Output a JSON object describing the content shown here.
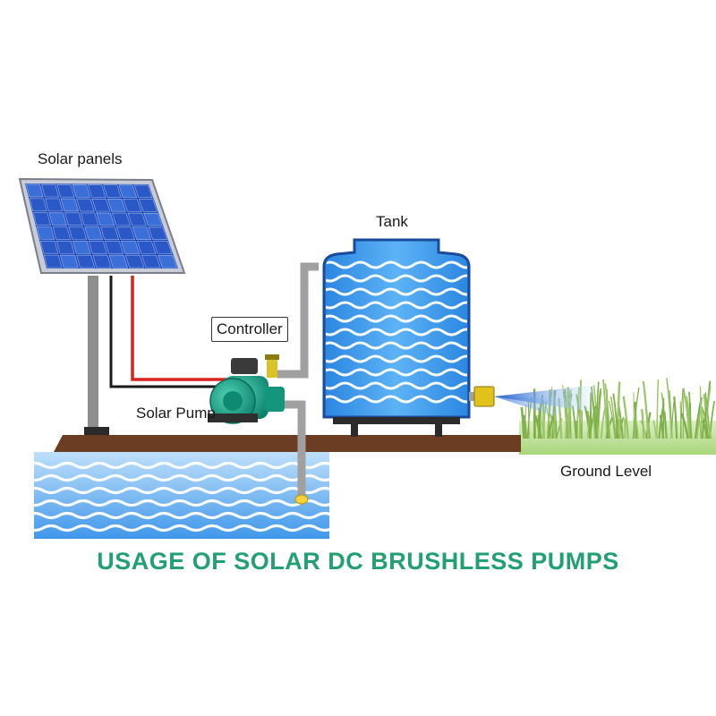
{
  "labels": {
    "solar_panels": "Solar panels",
    "tank": "Tank",
    "controller": "Controller",
    "solar_pump": "Solar Pump",
    "ground_level": "Ground Level"
  },
  "title": "USAGE OF SOLAR  DC BRUSHLESS PUMPS",
  "colors": {
    "title": "#22a074",
    "water": "#2f8fe8",
    "water_light": "#5fb0f5",
    "ground": "#6b3d22",
    "panel": "#1f49b8",
    "pump": "#1aa38a",
    "pipe": "#9a9a9a",
    "wire_red": "#d8231f",
    "wire_black": "#1a1a1a",
    "grass": "#7fc24a"
  }
}
